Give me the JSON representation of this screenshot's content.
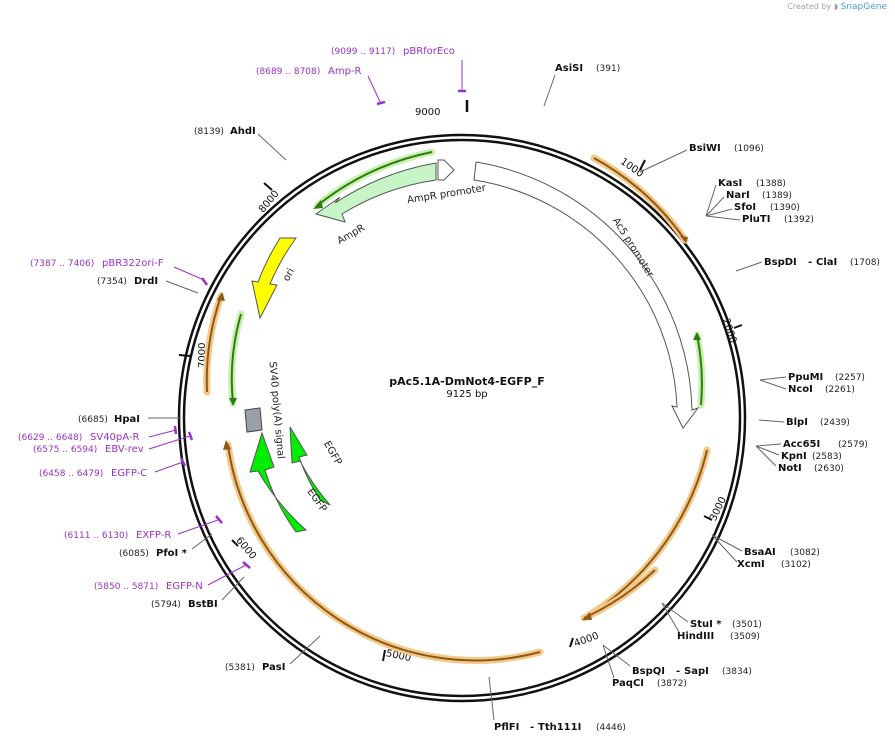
{
  "credit": {
    "prefix": "Created by",
    "brand": "SnapGene"
  },
  "plasmid": {
    "name": "pAc5.1A-DmNot4-EGFP_F",
    "size_label": "9125 bp"
  },
  "ticks": [
    "1000",
    "2000",
    "3000",
    "4000",
    "5000",
    "6000",
    "7000",
    "8000",
    "9000"
  ],
  "sites_right": [
    {
      "name": "AsiSI",
      "pos": "(391)"
    },
    {
      "name": "BsiWI",
      "pos": "(1096)"
    },
    {
      "name": "KasI",
      "pos": "(1388)"
    },
    {
      "name": "NarI",
      "pos": "(1389)"
    },
    {
      "name": "SfoI",
      "pos": "(1390)"
    },
    {
      "name": "PluTI",
      "pos": "(1392)"
    },
    {
      "name": "BspDI",
      "name2": "ClaI",
      "pos": "(1708)"
    },
    {
      "name": "PpuMI",
      "pos": "(2257)"
    },
    {
      "name": "NcoI",
      "pos": "(2261)"
    },
    {
      "name": "BlpI",
      "pos": "(2439)"
    },
    {
      "name": "Acc65I",
      "pos": "(2579)"
    },
    {
      "name": "KpnI",
      "pos": "(2583)"
    },
    {
      "name": "NotI",
      "pos": "(2630)"
    },
    {
      "name": "BsaAI",
      "pos": "(3082)"
    },
    {
      "name": "XcmI",
      "pos": "(3102)"
    },
    {
      "name": "StuI *",
      "pos": "(3501)"
    },
    {
      "name": "HindIII",
      "pos": "(3509)"
    },
    {
      "name": "BspQI",
      "name2": "SapI",
      "pos": "(3834)"
    },
    {
      "name": "PaqCI",
      "pos": "(3872)"
    },
    {
      "name": "PflFI",
      "name2": "Tth111I",
      "pos": "(4446)"
    }
  ],
  "sites_left": [
    {
      "name": "AhdI",
      "pos": "(8139)"
    },
    {
      "name": "DrdI",
      "pos": "(7354)"
    },
    {
      "name": "HpaI",
      "pos": "(6685)"
    },
    {
      "name": "PfoI *",
      "pos": "(6085)"
    },
    {
      "name": "BstBI",
      "pos": "(5794)"
    },
    {
      "name": "PasI",
      "pos": "(5381)"
    }
  ],
  "primers": [
    {
      "name": "pBRforEco",
      "pos": "(9099 .. 9117)"
    },
    {
      "name": "Amp-R",
      "pos": "(8689 .. 8708)"
    },
    {
      "name": "pBR322ori-F",
      "pos": "(7387 .. 7406)"
    },
    {
      "name": "SV40pA-R",
      "pos": "(6629 .. 6648)"
    },
    {
      "name": "EBV-rev",
      "pos": "(6575 .. 6594)"
    },
    {
      "name": "EGFP-C",
      "pos": "(6458 .. 6479)"
    },
    {
      "name": "EXFP-R",
      "pos": "(6111 .. 6130)"
    },
    {
      "name": "EGFP-N",
      "pos": "(5850 .. 5871)"
    }
  ],
  "features": {
    "ampr_promoter": "AmpR promoter",
    "ampr": "AmpR",
    "ori": "ori",
    "ac5_promoter": "Ac5 promoter",
    "sv40": "SV40 poly(A) signal",
    "egfp_a": "EGFP",
    "egfp_b": "EGFP"
  },
  "colors": {
    "ampr": "#c8f5c8",
    "ori": "#ffff00",
    "egfp": "#00ee00",
    "orf": "#f5c88a",
    "orf_core": "#8b5a14",
    "orf_green": "#2e7d0e",
    "primer": "#9b30c8",
    "sv40": "#9aa0a6"
  }
}
